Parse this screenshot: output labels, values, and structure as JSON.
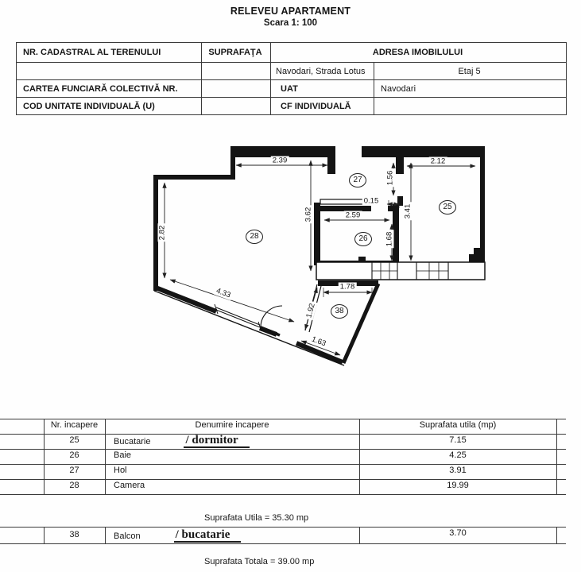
{
  "title": "RELEVEU APARTAMENT",
  "subtitle": "Scara 1: 100",
  "header_table": {
    "cadastral_label": "NR. CADASTRAL AL TERENULUI",
    "suprafata_label": "SUPRAFAŢA",
    "adresa_label": "ADRESA IMOBILULUI",
    "address_value": "Navodari, Strada Lotus",
    "etaj_value": "Etaj 5",
    "carte_label": "CARTEA FUNCIARĂ COLECTIVĂ NR.",
    "uat_label": "UAT",
    "uat_value": "Navodari",
    "cod_label": "COD UNITATE INDIVIDUALĂ (U)",
    "cf_label": "CF INDIVIDUALĂ",
    "cf_value": ""
  },
  "plan": {
    "rooms": {
      "r25": "25",
      "r26": "26",
      "r27": "27",
      "r28": "28",
      "r38": "38"
    },
    "dims": {
      "d239": "2.39",
      "d362": "3.62",
      "d282": "2.82",
      "d433": "4.33",
      "d163": "1.63",
      "d192": "1.92",
      "d178": "1.78",
      "d212": "2.12",
      "d156": "1.56",
      "d015": "0.15",
      "d341": "3.41",
      "d259": "2.59",
      "d168": "1.68"
    }
  },
  "rooms_table": {
    "headers": [
      "Nr. incapere",
      "Denumire incapere",
      "Suprafata utila (mp)"
    ],
    "rows": [
      {
        "nr": "25",
        "name": "Bucatarie",
        "annotation": "/ dormitor",
        "area": "7.15"
      },
      {
        "nr": "26",
        "name": "Baie",
        "annotation": "",
        "area": "4.25"
      },
      {
        "nr": "27",
        "name": "Hol",
        "annotation": "",
        "area": "3.91"
      },
      {
        "nr": "28",
        "name": "Camera",
        "annotation": "",
        "area": "19.99"
      }
    ],
    "balcony_row": {
      "nr": "38",
      "name": "Balcon",
      "annotation": "/ bucatarie",
      "area": "3.70"
    },
    "totals": {
      "subtotal": "Suprafata Utila = 35.30 mp",
      "total": "Suprafata Totala = 39.00 mp"
    }
  }
}
